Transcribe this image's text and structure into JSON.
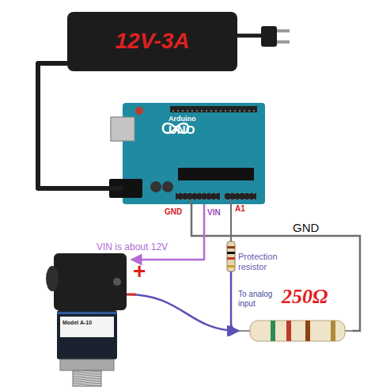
{
  "diagram": {
    "nodes": [
      {
        "text": [
          "12V-3A"
        ]
      },
      {
        "text": [
          "Arduino",
          "UNO"
        ]
      },
      {
        "text": [
          "Model A-10"
        ]
      }
    ],
    "edges": [
      {
        "from": 0,
        "to": 1,
        "arrow": "none"
      },
      {
        "from": 1,
        "to": 2,
        "arrow": "to"
      }
    ],
    "labels": [
      "GND",
      "VIN",
      "A1",
      "GND",
      "VIN is about 12V",
      "+",
      "Protection resistor",
      "To analog input",
      "250Ω"
    ]
  }
}
